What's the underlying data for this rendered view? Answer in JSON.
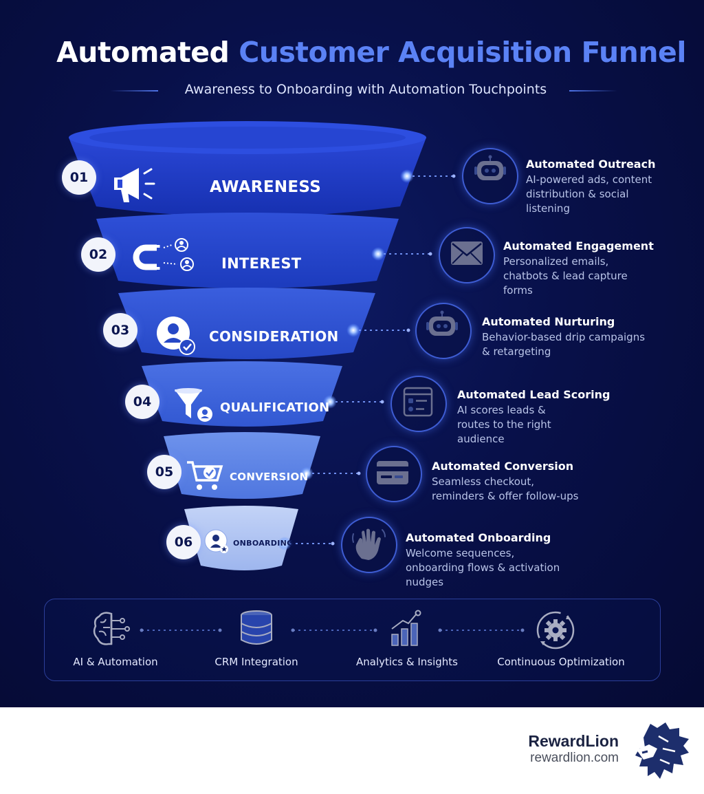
{
  "header": {
    "title_main": "Automated",
    "title_accent": "Customer Acquisition Funnel",
    "subtitle": "Awareness to Onboarding with Automation Touchpoints"
  },
  "stages": [
    {
      "number": "01",
      "label": "AWARENESS",
      "icon": "megaphone-icon",
      "automation_title": "Automated Outreach",
      "automation_desc": "AI-powered ads, content distribution & social listening",
      "automation_icon": "robot-icon"
    },
    {
      "number": "02",
      "label": "INTEREST",
      "icon": "magnet-icon",
      "automation_title": "Automated Engagement",
      "automation_desc": "Personalized emails, chatbots & lead capture forms",
      "automation_icon": "envelope-icon"
    },
    {
      "number": "03",
      "label": "CONSIDERATION",
      "icon": "user-check-icon",
      "automation_title": "Automated Nurturing",
      "automation_desc": "Behavior-based drip campaigns & retargeting",
      "automation_icon": "robot-icon"
    },
    {
      "number": "04",
      "label": "QUALIFICATION",
      "icon": "filter-user-icon",
      "automation_title": "Automated Lead Scoring",
      "automation_desc": "AI scores leads & routes to the right audience",
      "automation_icon": "checklist-icon"
    },
    {
      "number": "05",
      "label": "CONVERSION",
      "icon": "cart-check-icon",
      "automation_title": "Automated Conversion",
      "automation_desc": "Seamless checkout, reminders & offer follow-ups",
      "automation_icon": "credit-card-icon"
    },
    {
      "number": "06",
      "label": "ONBOARDING",
      "icon": "user-star-icon",
      "automation_title": "Automated Onboarding",
      "automation_desc": "Welcome sequences, onboarding flows & activation nudges",
      "automation_icon": "waving-hand-icon"
    }
  ],
  "bottom": [
    {
      "label": "AI & Automation",
      "icon": "brain-circuit-icon"
    },
    {
      "label": "CRM Integration",
      "icon": "database-icon"
    },
    {
      "label": "Analytics & Insights",
      "icon": "bar-chart-icon"
    },
    {
      "label": "Continuous Optimization",
      "icon": "gear-cycle-icon"
    }
  ],
  "footer": {
    "brand": "RewardLion",
    "url": "rewardlion.com",
    "logo_icon": "lion-head-icon"
  },
  "colors": {
    "background": "#070e45",
    "accent": "#5b82f5",
    "stage_shades": [
      "#1c38c4",
      "#2344cc",
      "#2c52d4",
      "#3a63dc",
      "#5a82e6",
      "#a7bff2"
    ]
  }
}
